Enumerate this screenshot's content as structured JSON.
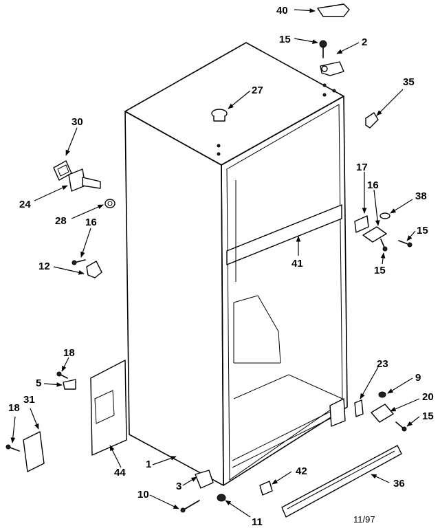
{
  "callouts": {
    "c40": "40",
    "c15_top": "15",
    "c2": "2",
    "c35": "35",
    "c27": "27",
    "c30": "30",
    "c24": "24",
    "c28": "28",
    "c16_left": "16",
    "c12": "12",
    "c17": "17",
    "c16_right": "16",
    "c38": "38",
    "c15_r1": "15",
    "c15_r2": "15",
    "c41": "41",
    "c18_a": "18",
    "c5": "5",
    "c18_b": "18",
    "c31": "31",
    "c44": "44",
    "c1": "1",
    "c3": "3",
    "c10": "10",
    "c11": "11",
    "c42": "42",
    "c36": "36",
    "c23": "23",
    "c9": "9",
    "c20": "20",
    "c15_r3": "15"
  },
  "date_code": "11/97"
}
